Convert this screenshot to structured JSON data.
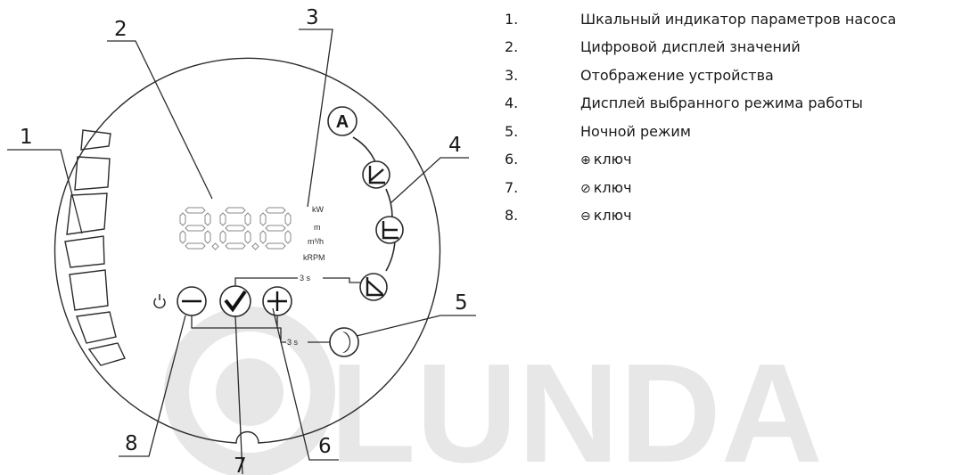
{
  "diagram": {
    "callouts": [
      "1",
      "2",
      "3",
      "4",
      "5",
      "6",
      "7",
      "8"
    ],
    "units": [
      "kW",
      "m",
      "m³/h",
      "kRPM"
    ],
    "timer_labels": [
      "3 s",
      "3 s"
    ],
    "mode_auto_label": "A",
    "watermark": "LUNDA"
  },
  "legend": [
    {
      "number": "1.",
      "text": "Шкальный индикатор параметров насоса"
    },
    {
      "number": "2.",
      "text": "Цифровой дисплей значений"
    },
    {
      "number": "3.",
      "text": "Отображение устройства"
    },
    {
      "number": "4.",
      "text": "Дисплей выбранного режима работы"
    },
    {
      "number": "5.",
      "text": "Ночной режим"
    },
    {
      "number": "6.",
      "symbol": "⊕",
      "text": "ключ"
    },
    {
      "number": "7.",
      "symbol": "⊘",
      "text": "ключ"
    },
    {
      "number": "8.",
      "symbol": "⊖",
      "text": "ключ"
    }
  ],
  "colors": {
    "line": "#2b2b2b",
    "segment": "#888888",
    "watermark": "#e7e7e7"
  }
}
